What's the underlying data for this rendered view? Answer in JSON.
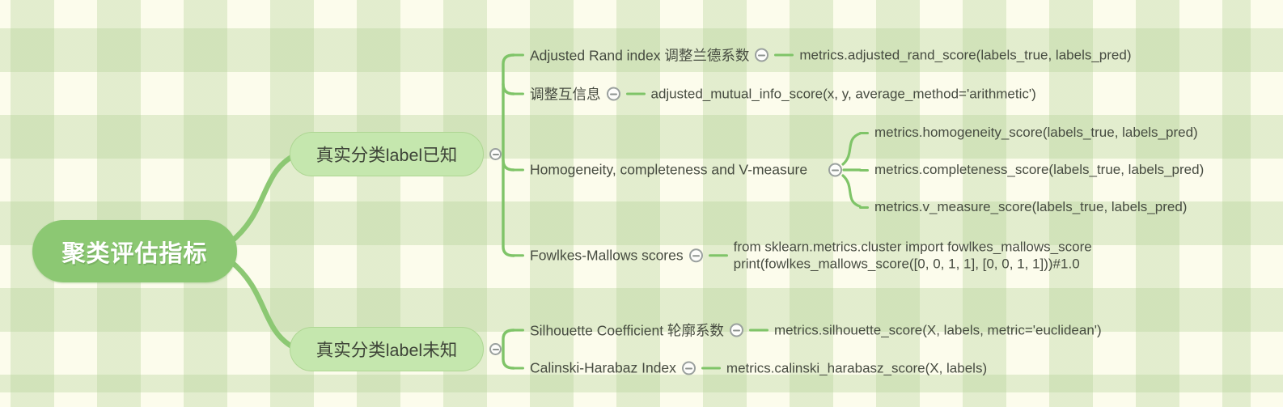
{
  "mindmap": {
    "root": {
      "label": "聚类评估指标"
    },
    "branches": [
      {
        "label": "真实分类label已知",
        "children": [
          {
            "label": "Adjusted Rand index 调整兰德系数",
            "code": "metrics.adjusted_rand_score(labels_true, labels_pred)"
          },
          {
            "label": "调整互信息",
            "code": "adjusted_mutual_info_score(x, y, average_method='arithmetic')"
          },
          {
            "label": "Homogeneity, completeness and V-measure",
            "codes": [
              "metrics.homogeneity_score(labels_true, labels_pred)",
              "metrics.completeness_score(labels_true, labels_pred)",
              "metrics.v_measure_score(labels_true, labels_pred)"
            ]
          },
          {
            "label": "Fowlkes-Mallows scores",
            "code": "from sklearn.metrics.cluster import fowlkes_mallows_score\nprint(fowlkes_mallows_score([0, 0, 1, 1], [0, 0, 1, 1]))#1.0"
          }
        ]
      },
      {
        "label": "真实分类label未知",
        "children": [
          {
            "label": "Silhouette Coefficient 轮廓系数",
            "code": "metrics.silhouette_score(X, labels, metric='euclidean')"
          },
          {
            "label": "Calinski-Harabaz Index",
            "code": "metrics.calinski_harabasz_score(X, labels)"
          }
        ]
      }
    ],
    "icons": {
      "collapse": "minus-circle"
    },
    "colors": {
      "root_fill": "#8cc873",
      "branch_fill": "#c5e7ae",
      "connector_green": "#7fc468",
      "text_dark": "#474c41",
      "background_base": "#fcfcec",
      "background_stripe": "#e4efd4"
    }
  }
}
